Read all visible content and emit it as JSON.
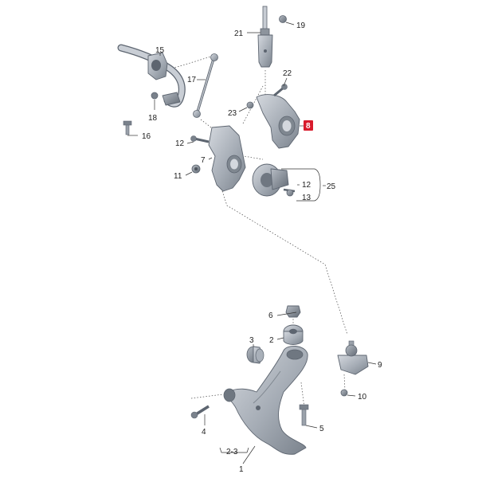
{
  "diagram": {
    "labels": {
      "p1": "1",
      "p2": "2",
      "p2_3": "2-3",
      "p3": "3",
      "p4": "4",
      "p5": "5",
      "p6": "6",
      "p7": "7",
      "p8": "8",
      "p9": "9",
      "p10": "10",
      "p11": "11",
      "p12a": "12",
      "p12b": "12",
      "p13": "13",
      "p15": "15",
      "p16": "16",
      "p17": "17",
      "p18": "18",
      "p19": "19",
      "p21": "21",
      "p22": "22",
      "p23": "23",
      "p25": "25"
    },
    "highlighted_label": "8",
    "colors": {
      "highlight": "#d81b2c",
      "part_fill": "#a9b0b9",
      "part_dark": "#6f7781",
      "line": "#333333"
    }
  }
}
